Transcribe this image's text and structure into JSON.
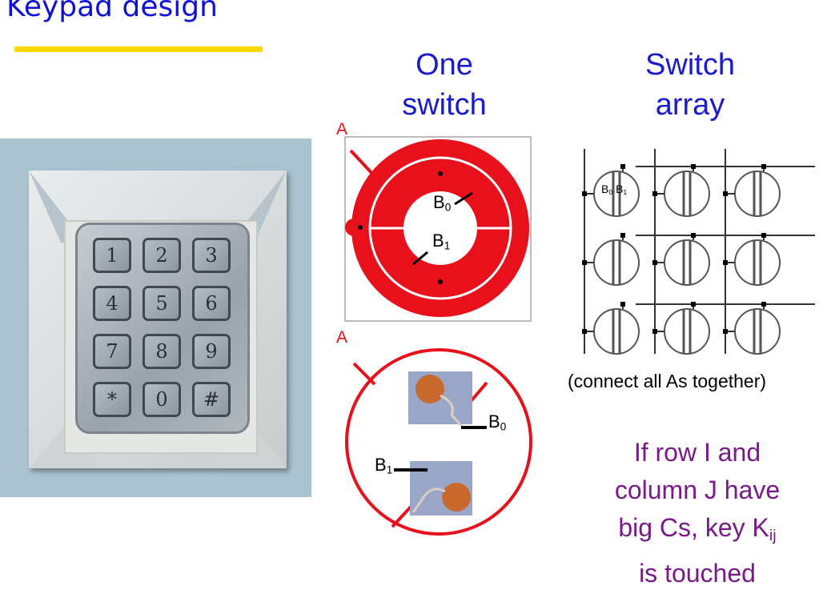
{
  "slide": {
    "title": "Keypad design",
    "one_switch": {
      "line1": "One",
      "line2": "switch"
    },
    "switch_array": {
      "line1": "Switch",
      "line2": "array"
    },
    "connect_note": "(connect all As together)",
    "conclusion": {
      "line1": "If row I and",
      "line2": "column J have",
      "line3": "big Cs, key K",
      "line3_sub": "ij",
      "line4": "is touched"
    }
  },
  "labels": {
    "a_top": "A",
    "a_bottom": "A",
    "b": "B",
    "sub0": "0",
    "sub1": "1"
  },
  "keypad": {
    "keys": [
      "1",
      "2",
      "3",
      "4",
      "5",
      "6",
      "7",
      "8",
      "9",
      "*",
      "0",
      "#"
    ]
  },
  "colors": {
    "title": "#1010d8",
    "heading": "#1a1ad0",
    "accent_bar": "#ffd700",
    "ring": "#e8101a",
    "conclusion": "#7a1a8a"
  }
}
